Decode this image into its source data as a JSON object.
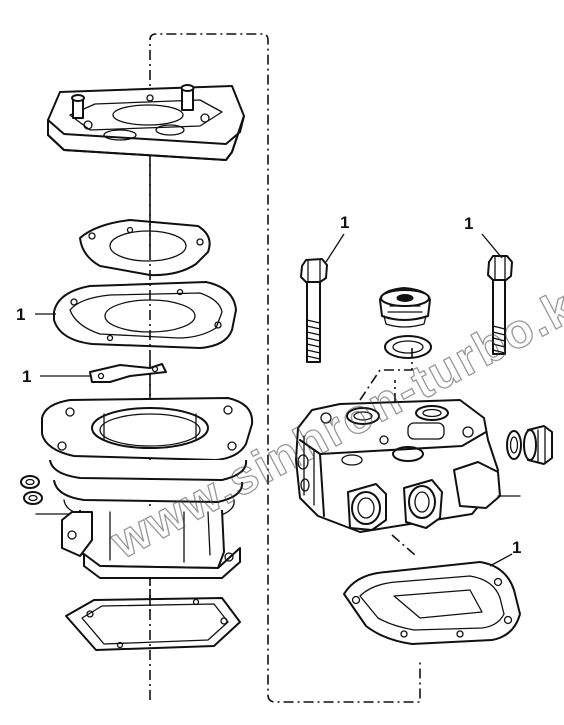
{
  "watermark": "www.sinhron-turbo.kz",
  "callouts": [
    {
      "id": "gasket-plate",
      "label": "1"
    },
    {
      "id": "reed-valve",
      "label": "1"
    },
    {
      "id": "head-bolt-left",
      "label": "1"
    },
    {
      "id": "head-bolt-right",
      "label": "1"
    },
    {
      "id": "head-gasket",
      "label": "1"
    }
  ],
  "colors": {
    "ink": "#111111",
    "paper": "#ffffff"
  }
}
